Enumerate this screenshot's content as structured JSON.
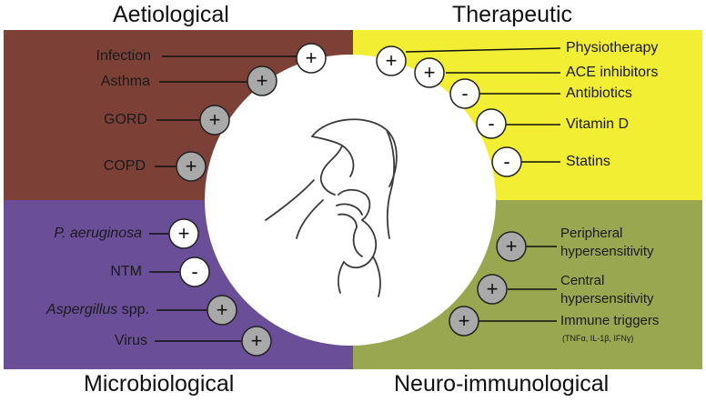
{
  "colors": {
    "aetiological_bg": "#7d4037",
    "therapeutic_bg": "#f2ee33",
    "microbiological_bg": "#6a4f98",
    "neuro_bg": "#99a850",
    "positive_fill": "#ffffff",
    "negative_fill": "#ffffff",
    "grey_fill": "#a9a9a9"
  },
  "headings": {
    "aetiological": "Aetiological",
    "therapeutic": "Therapeutic",
    "microbiological": "Microbiological",
    "neuro": "Neuro-immunological"
  },
  "aetiological": [
    {
      "label": "Infection",
      "sign": "+",
      "style": "white"
    },
    {
      "label": "Asthma",
      "sign": "+",
      "style": "grey"
    },
    {
      "label": "GORD",
      "sign": "+",
      "style": "grey"
    },
    {
      "label": "COPD",
      "sign": "+",
      "style": "grey"
    }
  ],
  "therapeutic": [
    {
      "label": "Physiotherapy",
      "sign": "+",
      "style": "white"
    },
    {
      "label": "ACE inhibitors",
      "sign": "+",
      "style": "white"
    },
    {
      "label": "Antibiotics",
      "sign": "-",
      "style": "white"
    },
    {
      "label": "Vitamin D",
      "sign": "-",
      "style": "white"
    },
    {
      "label": "Statins",
      "sign": "-",
      "style": "white"
    }
  ],
  "microbiological": [
    {
      "label": "P. aeruginosa",
      "sign": "+",
      "style": "white"
    },
    {
      "label": "NTM",
      "sign": "-",
      "style": "white"
    },
    {
      "label": "Aspergillus",
      "suffix": " spp.",
      "sign": "+",
      "style": "grey"
    },
    {
      "label": "Virus",
      "sign": "+",
      "style": "grey"
    }
  ],
  "neuro": [
    {
      "label_line1": "Peripheral",
      "label_line2": "hypersensitivity",
      "sign": "+",
      "style": "grey"
    },
    {
      "label_line1": "Central",
      "label_line2": "hypersensitivity",
      "sign": "+",
      "style": "grey"
    },
    {
      "label_line1": "Immune triggers",
      "label_line2": "(TNFα, IL-1β, IFNγ)",
      "sign": "+",
      "style": "grey"
    }
  ],
  "center_icon": "coughing-person-icon"
}
